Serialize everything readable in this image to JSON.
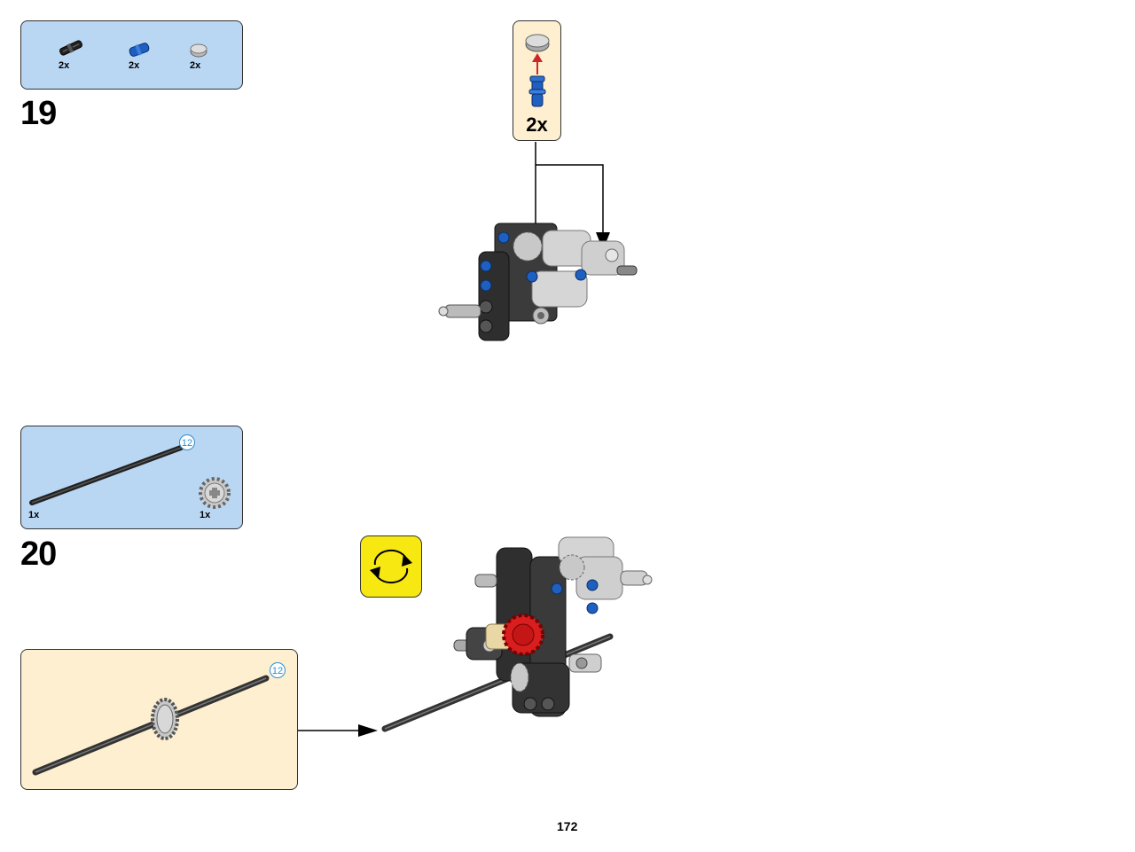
{
  "page": {
    "number": "172"
  },
  "step19": {
    "number": "19",
    "parts": [
      {
        "qty": "2x",
        "icon": "black-pin-icon"
      },
      {
        "qty": "2x",
        "icon": "blue-pin-icon"
      },
      {
        "qty": "2x",
        "icon": "grey-round-tile-icon"
      }
    ],
    "callout_qty": "2x"
  },
  "step20": {
    "number": "20",
    "parts": [
      {
        "qty": "1x",
        "icon": "axle-12-icon",
        "length": "12"
      },
      {
        "qty": "1x",
        "icon": "gear-icon"
      }
    ],
    "subassembly_length": "12",
    "rotate_icon": "rotate-model-icon"
  },
  "colors": {
    "parts_box": "#b9d6f2",
    "subassembly_box": "#fdefcf",
    "rotate_box": "#f7e812",
    "length_badge": "#2a8fd0"
  }
}
